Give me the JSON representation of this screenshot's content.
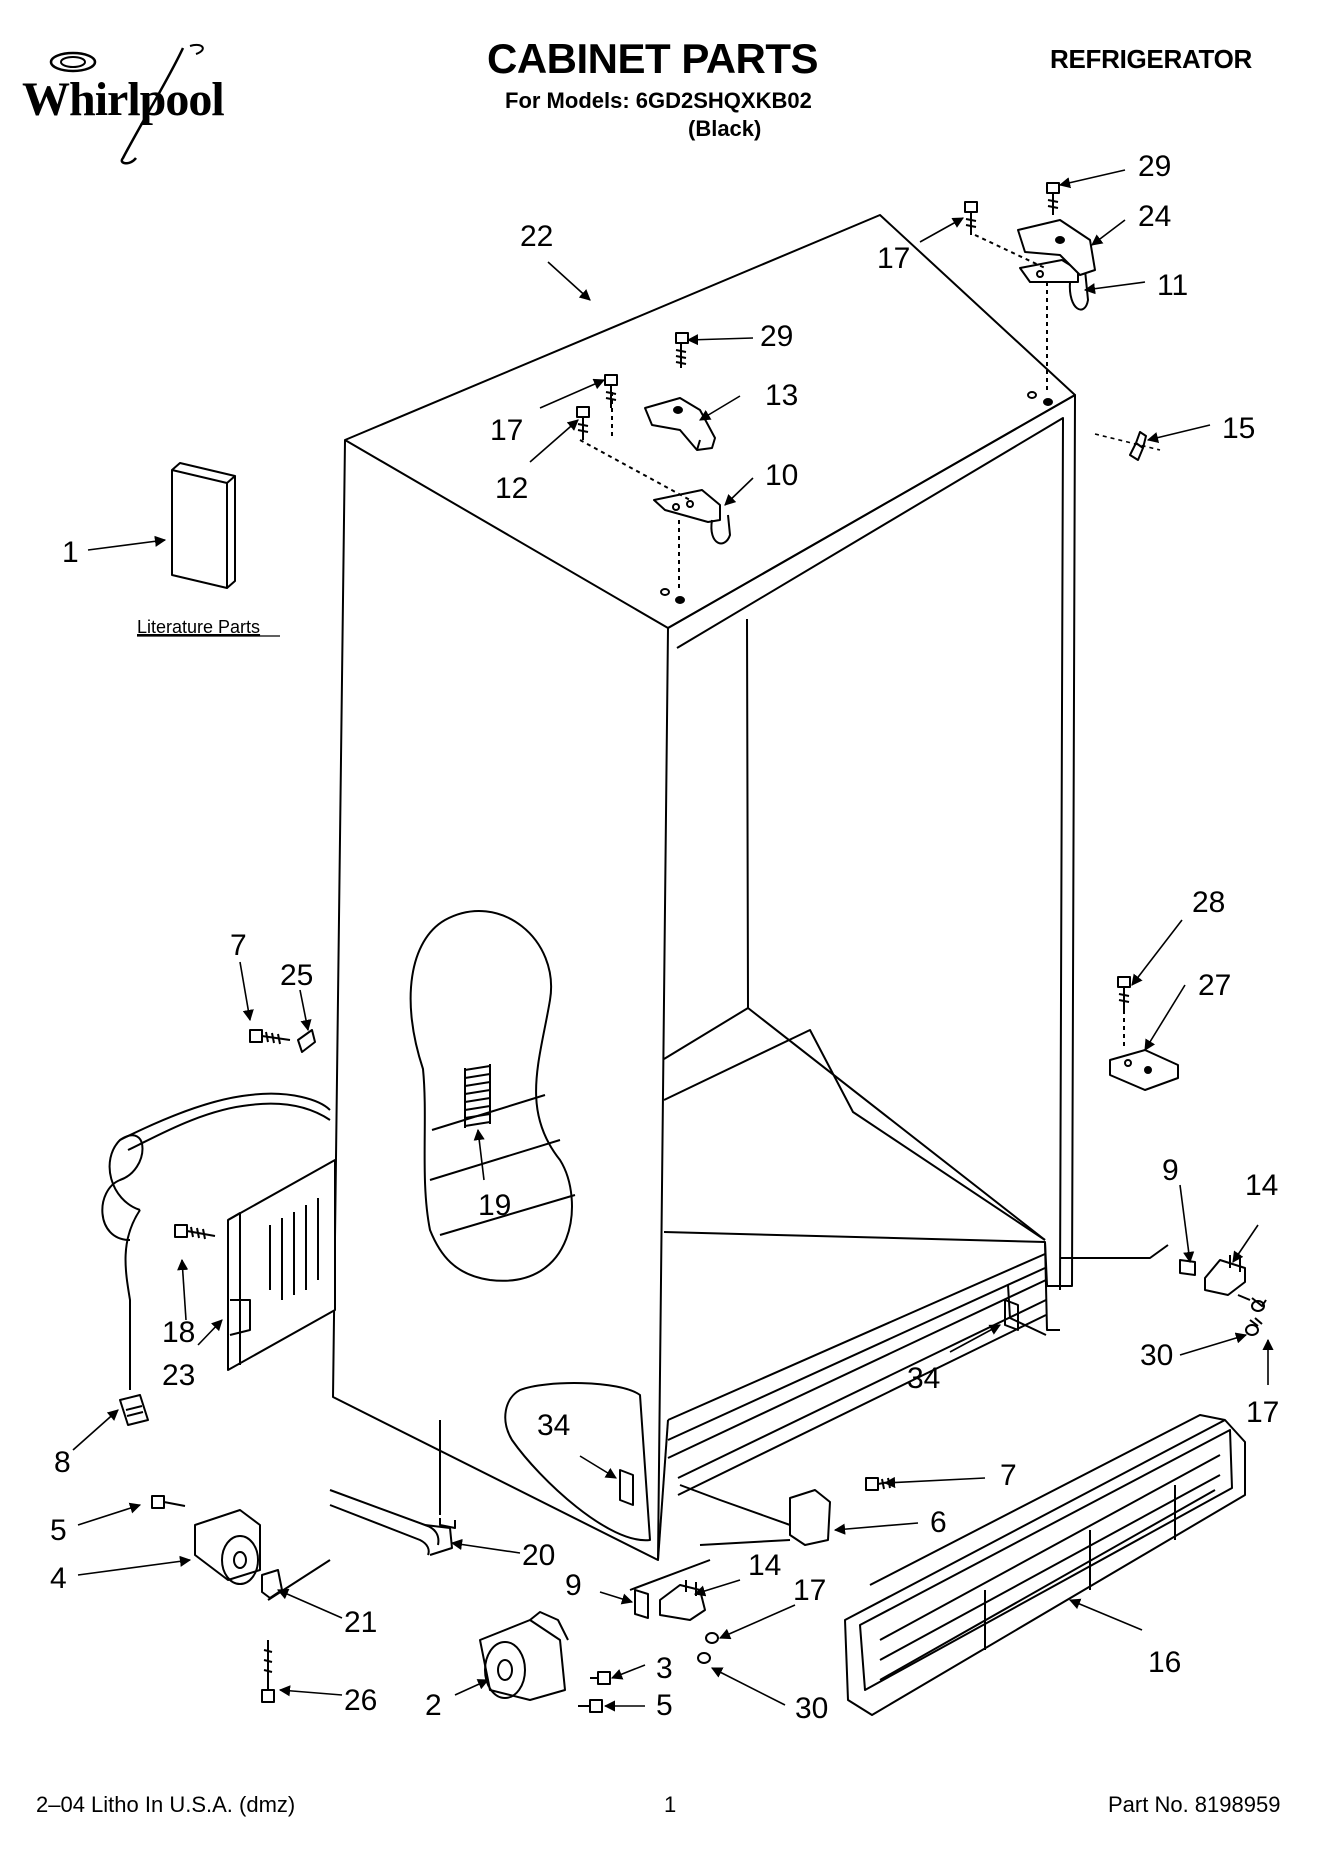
{
  "header": {
    "brand": "Whirlpool",
    "title": "CABINET PARTS",
    "models_line": "For Models: 6GD2SHQXKB02",
    "color_line": "(Black)",
    "category": "REFRIGERATOR"
  },
  "literature_label": "Literature Parts",
  "footer": {
    "left": "2–04 Litho In U.S.A. (dmz)",
    "page_number": "1",
    "part_number": "Part No. 8198959"
  },
  "callouts": {
    "c1": "1",
    "c2": "2",
    "c3": "3",
    "c4": "4",
    "c5a": "5",
    "c5b": "5",
    "c6": "6",
    "c7a": "7",
    "c7b": "7",
    "c8": "8",
    "c9a": "9",
    "c9b": "9",
    "c10": "10",
    "c11": "11",
    "c12": "12",
    "c13": "13",
    "c14a": "14",
    "c14b": "14",
    "c15": "15",
    "c16": "16",
    "c17a": "17",
    "c17b": "17",
    "c17c": "17",
    "c17d": "17",
    "c18": "18",
    "c19": "19",
    "c20": "20",
    "c21": "21",
    "c22": "22",
    "c23": "23",
    "c24": "24",
    "c25": "25",
    "c26": "26",
    "c27": "27",
    "c28": "28",
    "c29a": "29",
    "c29b": "29",
    "c30a": "30",
    "c30b": "30",
    "c34a": "34",
    "c34b": "34"
  }
}
